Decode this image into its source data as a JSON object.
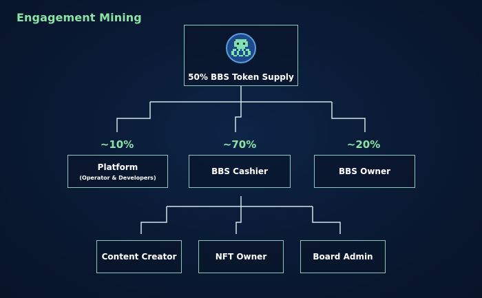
{
  "title": "Engagement Mining",
  "root": {
    "label": "50% BBS Token Supply",
    "logo_icon": "bbs-octopus-logo-icon"
  },
  "tier1": [
    {
      "share": "~10%",
      "label": "Platform",
      "sub": "(Operator & Developers)"
    },
    {
      "share": "~70%",
      "label": "BBS Cashier",
      "sub": ""
    },
    {
      "share": "~20%",
      "label": "BBS Owner",
      "sub": ""
    }
  ],
  "tier2": [
    {
      "label": "Content Creator"
    },
    {
      "label": "NFT Owner"
    },
    {
      "label": "Board Admin"
    }
  ],
  "colors": {
    "accent": "#8be3a6",
    "border": "#8fc9c0",
    "background": "#0a1b36"
  }
}
